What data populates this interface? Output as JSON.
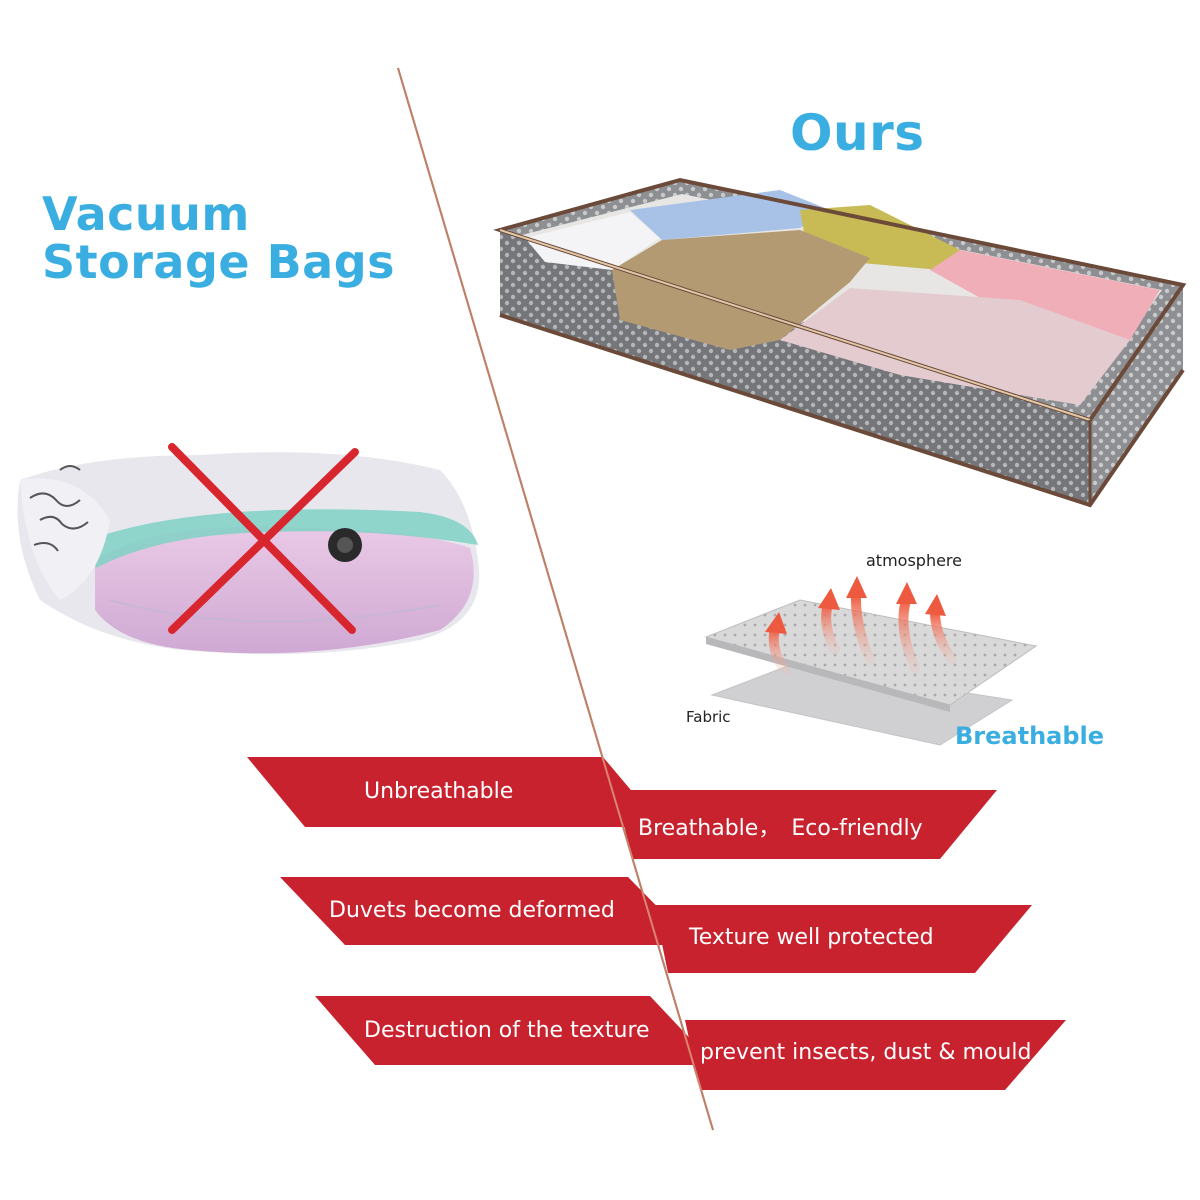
{
  "left": {
    "title_line1": "Vacuum",
    "title_line2": "Storage Bags",
    "features": [
      "Unbreathable",
      "Duvets become deformed",
      "Destruction of the texture"
    ]
  },
  "right": {
    "title": "Ours",
    "diagram": {
      "top_label": "atmosphere",
      "side_label": "Fabric",
      "caption": "Breathable"
    },
    "features": [
      "Breathable， Eco-friendly",
      "Texture well protected",
      "prevent insects, dust & mould"
    ]
  },
  "colors": {
    "accent": "#3aaee0",
    "banner": "#c8222f",
    "divider": "#8b1a1a",
    "cross": "#d8262f"
  },
  "icons": [
    "cross-mark-icon",
    "airflow-arrows-icon"
  ]
}
